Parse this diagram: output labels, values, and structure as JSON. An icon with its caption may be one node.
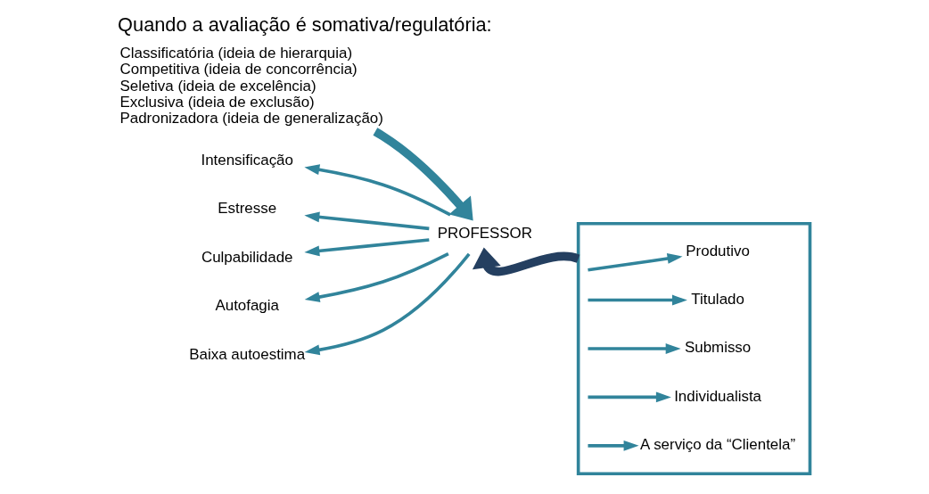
{
  "diagram": {
    "title": "Quando a avaliação é somativa/regulatória:",
    "nodes": [
      {
        "text": [
          "Classificatória (ideia de hierarquia)",
          "Competitiva (ideia de concorrência)",
          "Seletiva (ideia de excelência)",
          "Exclusiva (ideia de exclusão)",
          "Padronizadora (ideia de generalização)"
        ]
      },
      {
        "text": [
          "PROFESSOR"
        ]
      },
      {
        "text": [
          "Intensificação"
        ]
      },
      {
        "text": [
          "Estresse"
        ]
      },
      {
        "text": [
          "Culpabilidade"
        ]
      },
      {
        "text": [
          "Autofagia"
        ]
      },
      {
        "text": [
          "Baixa autoestima"
        ]
      },
      {
        "text": [],
        "shape": "box"
      },
      {
        "text": [
          "Produtivo"
        ],
        "in": 7
      },
      {
        "text": [
          "Titulado"
        ],
        "in": 7
      },
      {
        "text": [
          "Submisso"
        ],
        "in": 7
      },
      {
        "text": [
          "Individualista"
        ],
        "in": 7
      },
      {
        "text": [
          "A serviço da “Clientela”"
        ],
        "in": 7
      }
    ],
    "edges": [
      {
        "from": 0,
        "to": 1,
        "arrow": "to",
        "style": "thick"
      },
      {
        "from": 1,
        "to": 2,
        "arrow": "to"
      },
      {
        "from": 1,
        "to": 3,
        "arrow": "to"
      },
      {
        "from": 1,
        "to": 4,
        "arrow": "to"
      },
      {
        "from": 1,
        "to": 5,
        "arrow": "to"
      },
      {
        "from": 1,
        "to": 6,
        "arrow": "to"
      },
      {
        "from": null,
        "to": 8,
        "arrow": "to"
      },
      {
        "from": null,
        "to": 9,
        "arrow": "to"
      },
      {
        "from": null,
        "to": 10,
        "arrow": "to"
      },
      {
        "from": null,
        "to": 11,
        "arrow": "to"
      },
      {
        "from": null,
        "to": 12,
        "arrow": "to"
      },
      {
        "from": 7,
        "to": 1,
        "arrow": "to",
        "style": "thick",
        "color": "#243f60"
      }
    ]
  }
}
